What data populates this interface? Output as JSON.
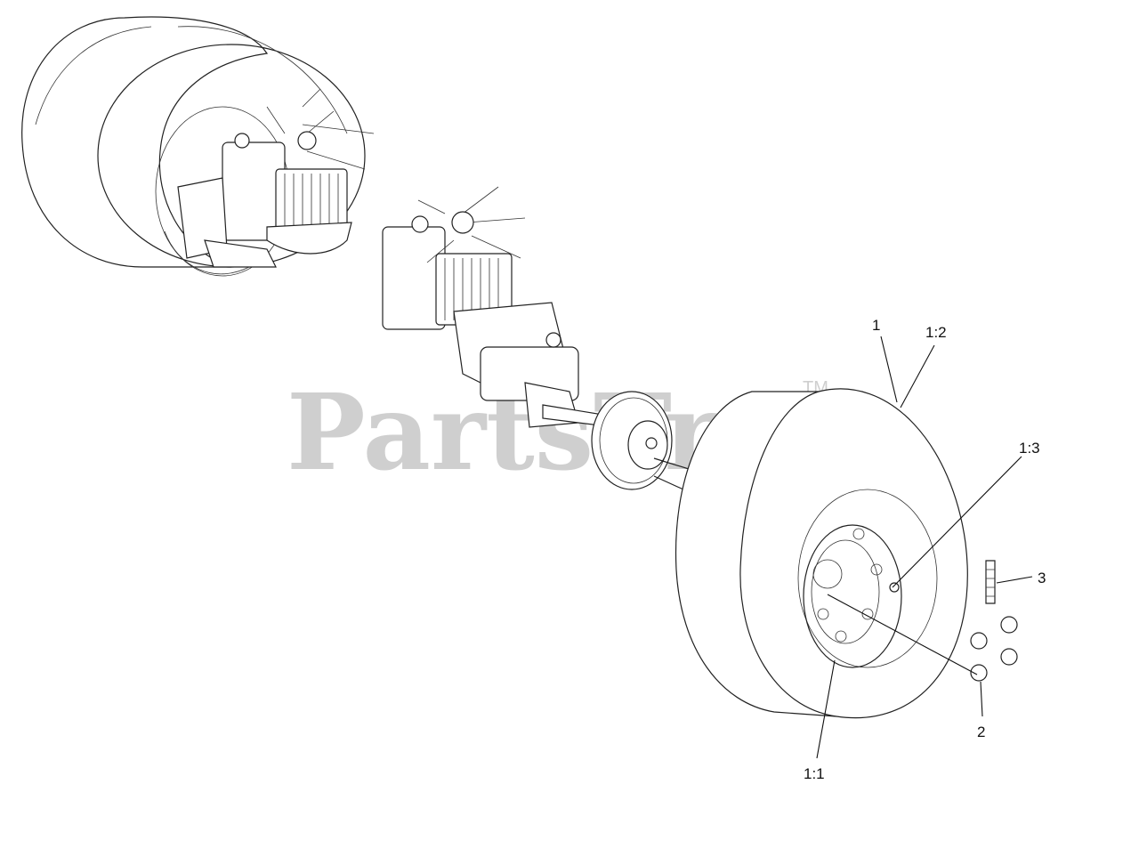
{
  "watermark": {
    "brand": "PartsTree",
    "trademark": "TM"
  },
  "callouts": [
    {
      "id": "c-1",
      "label": "1"
    },
    {
      "id": "c-1-2",
      "label": "1:2"
    },
    {
      "id": "c-1-3",
      "label": "1:3"
    },
    {
      "id": "c-3",
      "label": "3"
    },
    {
      "id": "c-2",
      "label": "2"
    },
    {
      "id": "c-1-1",
      "label": "1:1"
    }
  ]
}
